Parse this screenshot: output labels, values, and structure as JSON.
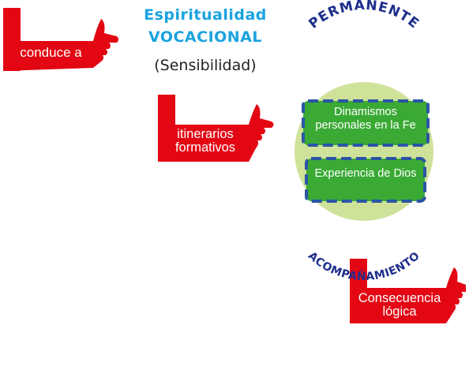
{
  "title": {
    "line1": "Espiritualidad",
    "line2": "VOCACIONAL",
    "line3": "(Sensibilidad)"
  },
  "hands": [
    {
      "label": "conduce a"
    },
    {
      "label": "itinerarios formativos"
    },
    {
      "label": "Consecuencia lógica"
    }
  ],
  "circle": {
    "top_arc": "PERMANENTE",
    "bottom_arc": "ACOMPAÑAMIENTO",
    "boxes": [
      {
        "label": "Dinamismos personales en la Fe"
      },
      {
        "label": "Experiencia de Dios"
      }
    ]
  },
  "colors": {
    "hand_red": "#e30613",
    "title_blue": "#1aa3df",
    "arc_text_navy": "#1e2e8c",
    "circle_fill": "#cfe29a",
    "box_fill": "#3aaa35",
    "box_dash": "#2a55a5"
  }
}
